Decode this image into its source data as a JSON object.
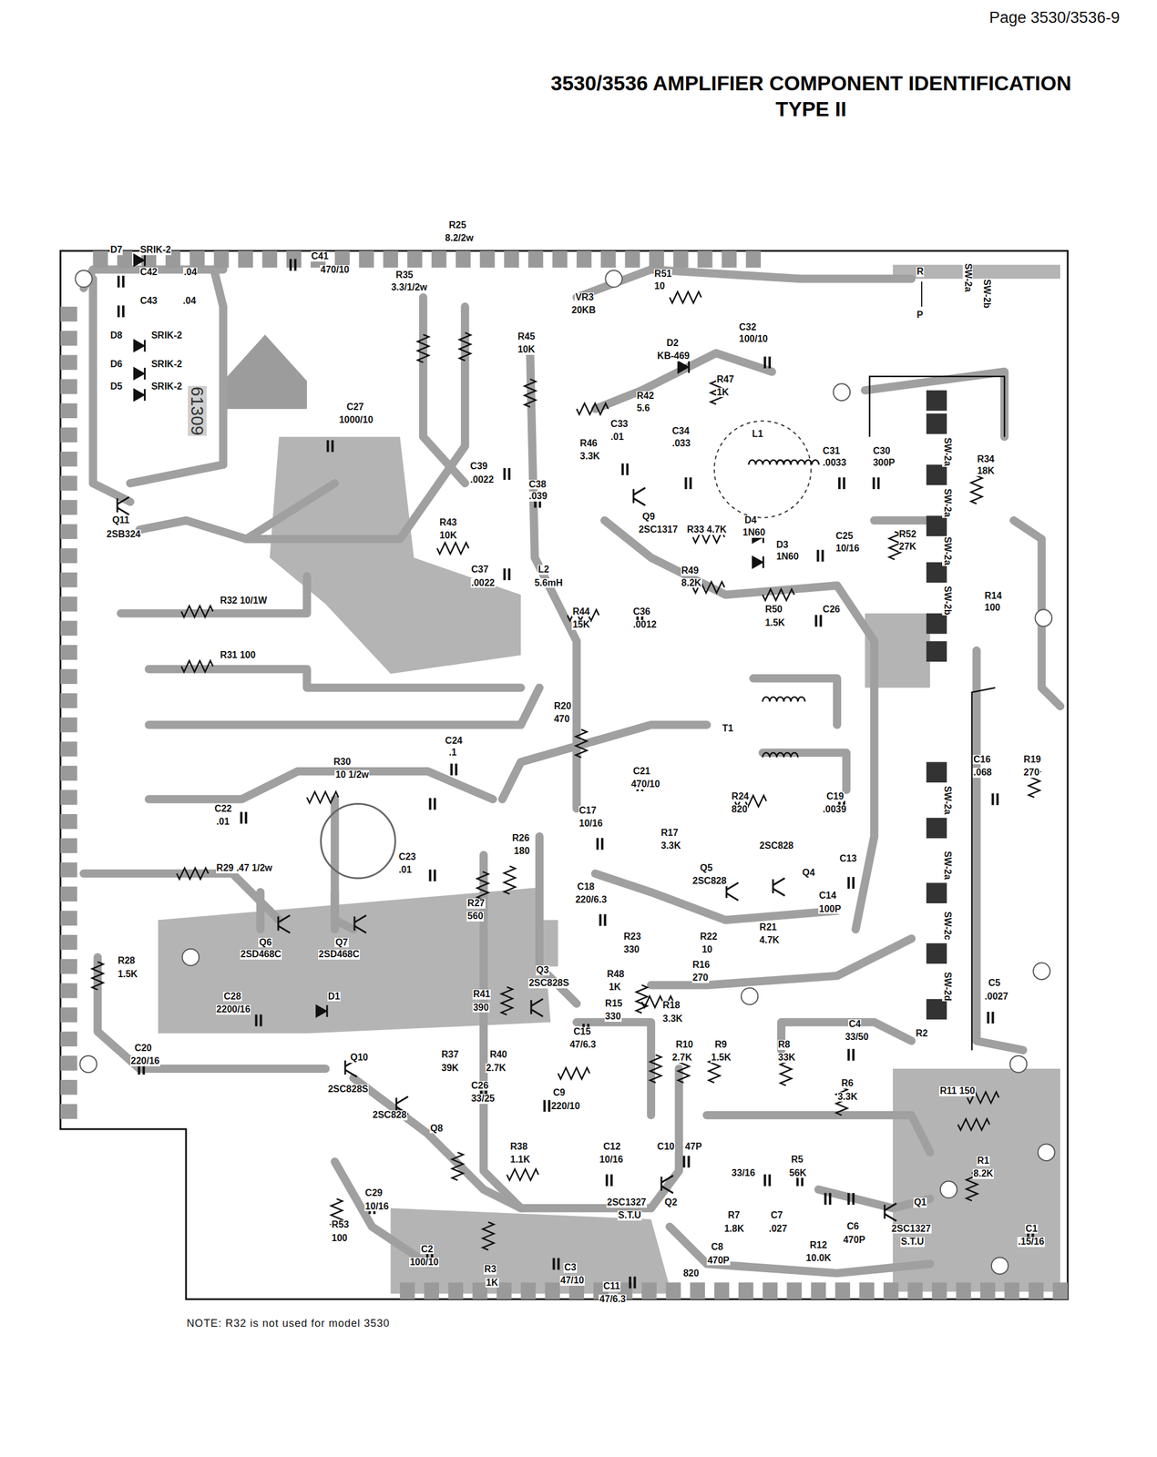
{
  "diagram": {
    "title": "3530/3536 AMPLIFIER COMPONENT IDENTIFICATION TYPE II",
    "labels": [
      "Page 3530/3536-9",
      "NOTE: R32 is not used for model 3530",
      "D7",
      "SRIK-2",
      "C42",
      ".04",
      "C43",
      ".04",
      "D8",
      "SRIK-2",
      "D6",
      "SRIK-2",
      "D5",
      "SRIK-2",
      "Q11",
      "2SB324",
      "R32 10/1W",
      "R31 100",
      "R25",
      "8.2/2w",
      "R35",
      "3.3/1/2w",
      "C41",
      "470/10",
      "C27",
      "1000/10",
      "R45",
      "10K",
      "VR3",
      "20KB",
      "R51",
      "10",
      "D2",
      "KB-469",
      "C32",
      "100/10",
      "R47",
      "1K",
      "R42",
      "5.6",
      "C33",
      ".01",
      "R46",
      "3.3K",
      "C34",
      ".033",
      "L1",
      "C31",
      ".0033",
      "C30",
      "300P",
      "R34",
      "18K",
      "C39",
      ".0022",
      "C38",
      ".039",
      "Q9",
      "2SC1317",
      "R33 4.7K",
      "D4",
      "1N60",
      "D3",
      "1N60",
      "C25",
      "10/16",
      "R52",
      "27K",
      "R43",
      "10K",
      "C37",
      ".0022",
      "L2",
      "5.6mH",
      "R49",
      "8.2K",
      "R50",
      "1.5K",
      "C26",
      "R44",
      "15K",
      "C36",
      ".0012",
      "R14",
      "100",
      "R20",
      "470",
      "T1",
      "C16",
      ".068",
      "R19",
      "270",
      "C24",
      ".1",
      "R30",
      "10 1/2w",
      "C22",
      ".01",
      "C23",
      ".01",
      "R29 .47 1/2w",
      "Q6",
      "2SD468C",
      "Q7",
      "2SD468C",
      "R28",
      "1.5K",
      "C28",
      "2200/16",
      "D1",
      "C20",
      "220/16",
      "C21",
      "470/10",
      "R24",
      "820",
      "C19",
      ".0039",
      "C17",
      "10/16",
      "R17",
      "3.3K",
      "2SC828",
      "Q4",
      "C13",
      "Q5",
      "2SC828",
      "C14",
      "100P",
      "R26",
      "180",
      "R27",
      "560",
      "C18",
      "220/6.3",
      "R23",
      "330",
      "R22",
      "10",
      "R21",
      "4.7K",
      "Q3",
      "2SC828S",
      "R48",
      "1K",
      "R16",
      "270",
      "R41",
      "390",
      "R15",
      "330",
      "R18",
      "3.3K",
      "C15",
      "47/6.3",
      "R10",
      "2.7K",
      "R9",
      "1.5K",
      "R8",
      "33K",
      "C4",
      "33/50",
      "R6",
      "3.3K",
      "C5",
      ".0027",
      "R2",
      "R11 150",
      "R1",
      "8.2K",
      "C1",
      ".15/16",
      "Q10",
      "2SC828S",
      "R37",
      "39K",
      "R40",
      "2.7K",
      "C26",
      "33/25",
      "C9",
      "220/10",
      "2SC828",
      "Q8",
      "R38",
      "1.1K",
      "C12",
      "10/16",
      "C10",
      "47P",
      "33/16",
      "R5",
      "56K",
      "C29",
      "10/16",
      "R53",
      "100",
      "R3",
      "1K",
      "C3",
      "47/10",
      "C2",
      "100/10",
      "C11",
      "47/6.3",
      "2SC1327",
      "S.T.U",
      "Q2",
      "R7",
      "1.8K",
      "C7",
      ".027",
      "C8",
      "470P",
      "820",
      "R12",
      "10.0K",
      "C6",
      "470P",
      "2SC1327",
      "S.T.U",
      "Q1",
      "61309",
      "R",
      "P",
      "SW-2a",
      "SW-2b",
      "SW-2a",
      "SW-2a",
      "SW-2a",
      "SW-2b",
      "SW-2a",
      "SW-2a",
      "SW-2c",
      "SW-2d"
    ]
  }
}
